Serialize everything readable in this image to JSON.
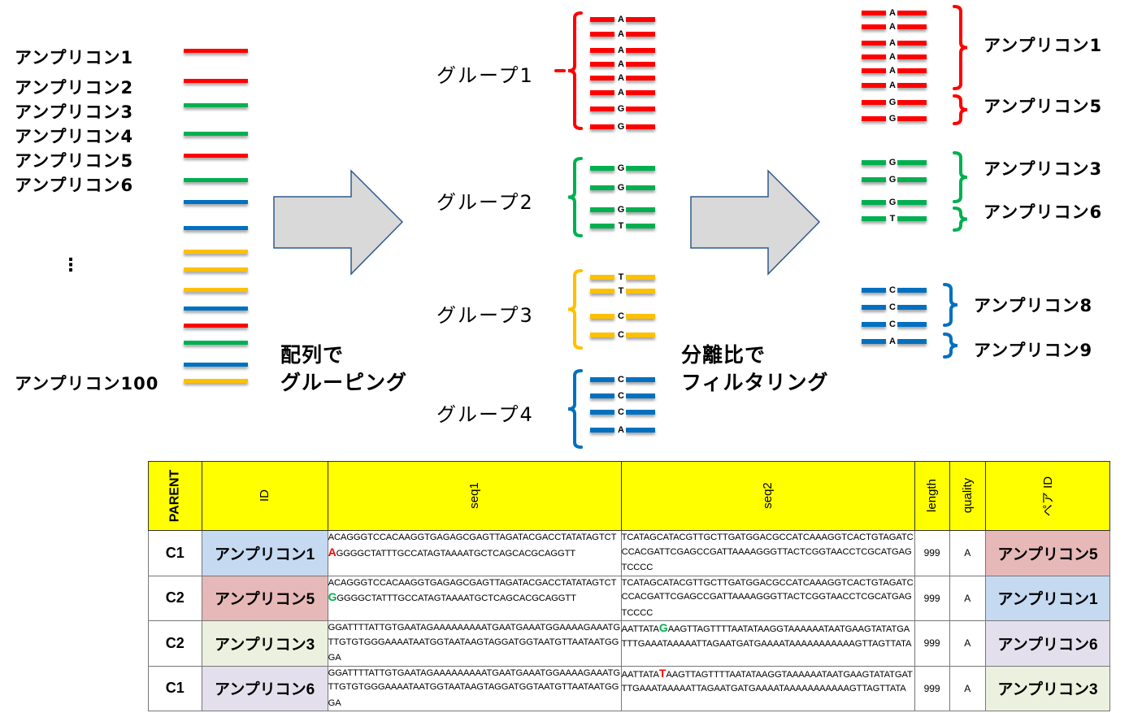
{
  "colors": {
    "red": "#ff0000",
    "green": "#00b050",
    "blue": "#0070c0",
    "yellow": "#ffc000",
    "arrow_fill": "#d9d9d9",
    "arrow_stroke": "#2f5a8a",
    "header_yellow": "#ffff00",
    "cell_blue": "#c5d9f1",
    "cell_red": "#e6b8b7",
    "cell_green": "#ebf1de",
    "cell_purple": "#e4dfec",
    "mismatch_red": "#ff0000",
    "mismatch_green": "#00b050"
  },
  "input": {
    "labels": [
      "アンプリコン1",
      "アンプリコン2",
      "アンプリコン3",
      "アンプリコン4",
      "アンプリコン5",
      "アンプリコン6"
    ],
    "ellipsis": "⋮",
    "last_label": "アンプリコン100",
    "bar_colors": [
      "red",
      "red",
      "green",
      "green",
      "red",
      "green",
      "blue",
      "blue",
      "yellow",
      "yellow",
      "yellow",
      "blue",
      "red",
      "green",
      "blue",
      "yellow"
    ]
  },
  "steps": {
    "grouping": "配列で\nグルーピング",
    "filtering": "分離比で\nフィルタリング"
  },
  "groups": [
    {
      "label": "グループ1",
      "color": "red",
      "bases": [
        "A",
        "A",
        "A",
        "A",
        "A",
        "A",
        "G",
        "G"
      ]
    },
    {
      "label": "グループ2",
      "color": "green",
      "bases": [
        "G",
        "G",
        "G",
        "T"
      ]
    },
    {
      "label": "グループ3",
      "color": "yellow",
      "bases": [
        "T",
        "T",
        "C",
        "C"
      ]
    },
    {
      "label": "グループ4",
      "color": "blue",
      "bases": [
        "C",
        "C",
        "C",
        "A"
      ]
    }
  ],
  "results": [
    {
      "color": "red",
      "bases": [
        "A",
        "A",
        "A",
        "A",
        "A",
        "A",
        "G",
        "G"
      ],
      "amplicons": [
        "アンプリコン1",
        "アンプリコン5"
      ]
    },
    {
      "color": "green",
      "bases": [
        "G",
        "G",
        "G",
        "T"
      ],
      "amplicons": [
        "アンプリコン3",
        "アンプリコン6"
      ]
    },
    {
      "color": "blue",
      "bases": [
        "C",
        "C",
        "C",
        "A"
      ],
      "amplicons": [
        "アンプリコン8",
        "アンプリコン9"
      ]
    }
  ],
  "table": {
    "headers": {
      "parent": "PARENT",
      "id": "ID",
      "seq1": "seq1",
      "seq2": "seq2",
      "length": "length",
      "quality": "quality",
      "pair_id": "ペア ID"
    },
    "rows": [
      {
        "parent": "C1",
        "id": "アンプリコン1",
        "id_color": "cell_blue",
        "seq1_pre": "ACAGGGTCCACAAGGTGAGAGCGAGTTAGATACGACCTATATAGTCT",
        "seq1_hl": "A",
        "seq1_hl_color": "mismatch_red",
        "seq1_post": "GGGGCTATTTGCCATAGTAAAATGCTCAGCACGCAGGTT",
        "seq2_pre": "TCATAGCATACGTTGCTTGATGGACGCCATCAAAGGTCACTGTAGATCCCACGATTCGAGCCGATTAAAAGGGTTACTCGGTAACCTCGCATGAGTCCCC",
        "seq2_hl": "",
        "seq2_hl_color": "",
        "seq2_post": "",
        "length": "999",
        "quality": "A",
        "pair_id": "アンプリコン5",
        "pair_color": "cell_red"
      },
      {
        "parent": "C2",
        "id": "アンプリコン5",
        "id_color": "cell_red",
        "seq1_pre": "ACAGGGTCCACAAGGTGAGAGCGAGTTAGATACGACCTATATAGTCT",
        "seq1_hl": "G",
        "seq1_hl_color": "mismatch_green",
        "seq1_post": "GGGGCTATTTGCCATAGTAAAATGCTCAGCACGCAGGTT",
        "seq2_pre": "TCATAGCATACGTTGCTTGATGGACGCCATCAAAGGTCACTGTAGATCCCACGATTCGAGCCGATTAAAAGGGTTACTCGGTAACCTCGCATGAGTCCCC",
        "seq2_hl": "",
        "seq2_hl_color": "",
        "seq2_post": "",
        "length": "999",
        "quality": "A",
        "pair_id": "アンプリコン1",
        "pair_color": "cell_blue"
      },
      {
        "parent": "C2",
        "id": "アンプリコン3",
        "id_color": "cell_green",
        "seq1_pre": "GGATTTTATTGTGAATAGAAAAAAAAATGAATGAAATGGAAAAGAAATGTTGTGTGGGAAAATAATGGTAATAAGTAGGATGGTAATGTTAATAATGGGA",
        "seq1_hl": "",
        "seq1_hl_color": "",
        "seq1_post": "",
        "seq2_pre": "AATTATA",
        "seq2_hl": "G",
        "seq2_hl_color": "mismatch_green",
        "seq2_post": "AAGTTAGTTTTAATATAAGGTAAAAAATAATGAAGTATATGATTTGAAATAAAAATTAGAATGATGAAAATAAAAAAAAAAAGTTAGTTATA",
        "length": "999",
        "quality": "A",
        "pair_id": "アンプリコン6",
        "pair_color": "cell_purple"
      },
      {
        "parent": "C1",
        "id": "アンプリコン6",
        "id_color": "cell_purple",
        "seq1_pre": "GGATTTTATTGTGAATAGAAAAAAAAATGAATGAAATGGAAAAGAAATGTTGTGTGGGAAAATAATGGTAATAAGTAGGATGGTAATGTTAATAATGGGA",
        "seq1_hl": "",
        "seq1_hl_color": "",
        "seq1_post": "",
        "seq2_pre": "AATTATA",
        "seq2_hl": "T",
        "seq2_hl_color": "mismatch_red",
        "seq2_post": "AAGTTAGTTTTAATATAAGGTAAAAAATAATGAAGTATATGATTTGAAATAAAAATTAGAATGATGAAAATAAAAAAAAAAAGTTAGTTATA",
        "length": "999",
        "quality": "A",
        "pair_id": "アンプリコン3",
        "pair_color": "cell_green"
      }
    ]
  }
}
